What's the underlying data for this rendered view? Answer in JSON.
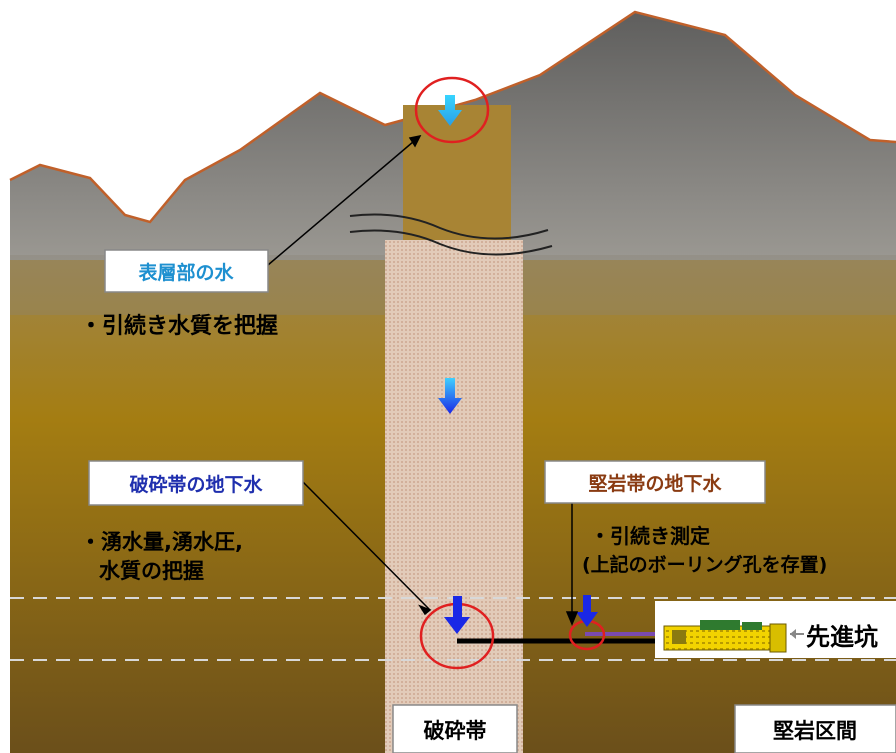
{
  "labels": {
    "surface_water": "表層部の水",
    "fracture_groundwater": "破砕帯の地下水",
    "hardrock_groundwater": "堅岩帯の地下水",
    "fracture_zone": "破砕帯",
    "hardrock_section": "堅岩区間",
    "pilot_tunnel": "先進坑"
  },
  "notes": {
    "surface_line1": "・引続き水質を把握",
    "fracture_line1": "・湧水量,湧水圧,",
    "fracture_line2": "水質の把握",
    "hardrock_line1": "・引続き測定",
    "hardrock_line2": "(上記のボーリング孔を存置)"
  },
  "colors": {
    "mountain_top": "#5a5a5a",
    "mountain_mid": "#9a9a9a",
    "ridge_line": "#c0602a",
    "ground_top": "#9c8a66",
    "ground_mid": "#a47d12",
    "ground_bottom": "#6b4f1a",
    "shaft_upper": "#a88434",
    "shaft_lower": "#dcc6b6",
    "circle": "#e02020",
    "arrow_dark": "#1a28e6",
    "arrow_light": "#29c3f0",
    "label_blue": "#1e90d0",
    "label_navy": "#1f2fae",
    "label_brown": "#8a3b12",
    "boring_purple": "#7a4ab0"
  },
  "icons": [
    "down-arrow-icon",
    "tunnel-boring-machine-icon"
  ]
}
